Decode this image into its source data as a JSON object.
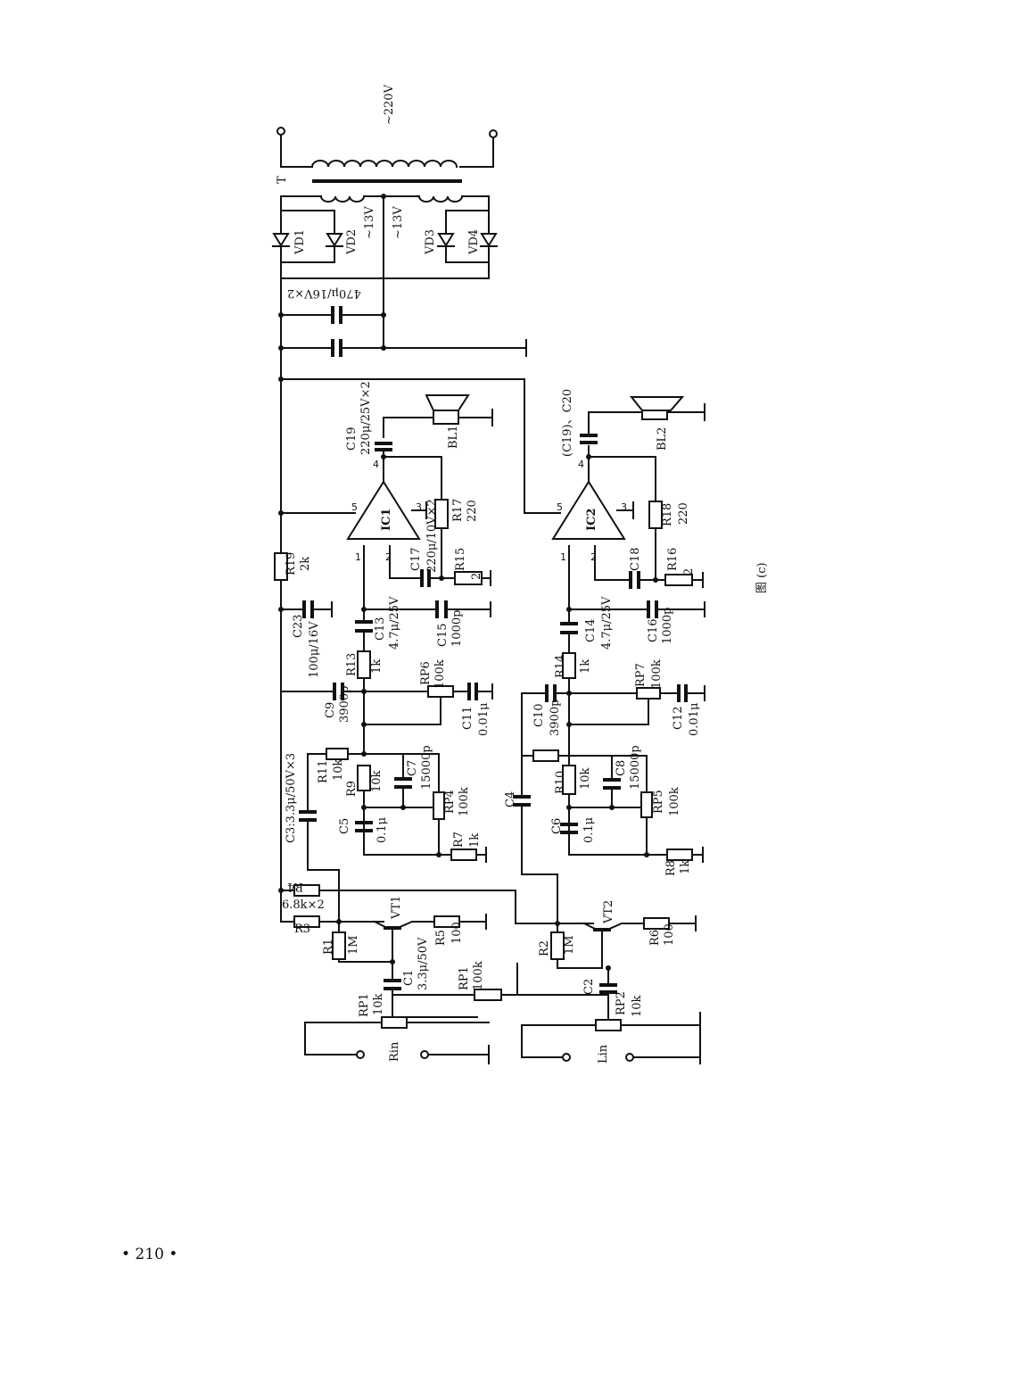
{
  "page_number": "• 210 •",
  "figure_caption": "图 (c)",
  "power": {
    "mains": "~220V",
    "transformer": "T",
    "sec_a": "~13V",
    "sec_b": "~13V",
    "diodes": [
      "VD1",
      "VD2",
      "VD3",
      "VD4"
    ],
    "filter_caps": "470μ/16V×2"
  },
  "ic": {
    "ic1": "IC1",
    "ic2": "IC2",
    "pins": {
      "p1": "1",
      "p2": "2",
      "p3": "3",
      "p4": "4",
      "p5": "5"
    }
  },
  "speakers": {
    "bl1": "BL1",
    "bl2": "BL2"
  },
  "components": {
    "c19": "C19",
    "c19v": "220μ/25V×2",
    "c1920": "(C19)、C20",
    "r17": "R17",
    "r17v": "220",
    "r18": "R18",
    "r18v": "220",
    "c17": "C17",
    "c17v": "220μ/10V×2",
    "c18": "C18",
    "r15": "R15",
    "r15v": "2",
    "r16": "R16",
    "r16v": "2",
    "r19": "R19",
    "r19v": "2k",
    "c23": "C23",
    "c23v": "100μ/16V",
    "c13": "C13",
    "c13v": "4.7μ/25V",
    "c14": "C14",
    "c14v": "4.7μ/25V",
    "c15": "C15",
    "c15v": "1000p",
    "c16": "C16",
    "c16v": "1000p",
    "r13": "R13",
    "r13v": "1k",
    "r14": "R14",
    "r14v": "1k",
    "rp6": "RP6",
    "rp6v": "100k",
    "rp7": "RP7",
    "rp7v": "100k",
    "c9": "C9",
    "c9v": "3900p",
    "c10": "C10",
    "c10v": "3900p",
    "c11": "C11",
    "c11v": "0.01μ",
    "c12": "C12",
    "c12v": "0.01μ",
    "r11": "R11",
    "r11v": "10k",
    "r9": "R9",
    "r9v": "10k",
    "r10": "R10",
    "r10v": "10k",
    "c7": "C7",
    "c7v": "15000p",
    "c8": "C8",
    "c8v": "15000p",
    "rp4": "RP4",
    "rp4v": "100k",
    "rp5": "RP5",
    "rp5v": "100k",
    "c5": "C5",
    "c5v": "0.1μ",
    "c6": "C6",
    "c6v": "0.1μ",
    "r7": "R7",
    "r7v": "1k",
    "r8": "R8",
    "r8v": "1k",
    "c3": "C3:3.3μ/50V×3",
    "c4": "C4",
    "r4": "R4",
    "r3": "R3",
    "r34v": "6.8k×2",
    "vt1": "VT1",
    "vt2": "VT2",
    "r1": "R1",
    "r1v": "1M",
    "r2": "R2",
    "r2v": "1M",
    "r5": "R5",
    "r5v": "100",
    "r6": "R6",
    "r6v": "100",
    "c1": "C1",
    "c1v": "3.3μ/50V",
    "c2": "C2",
    "rp1": "RP1",
    "rp1v": "100k",
    "rp1b": "RP1",
    "rp1bv": "10k",
    "rp2": "RP2",
    "rp2v": "10k",
    "rin": "Rin",
    "lin": "Lin"
  }
}
